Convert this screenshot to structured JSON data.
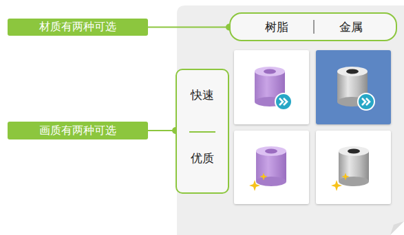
{
  "diagram": {
    "nodes": [
      {
        "text": [
          "材质有两种可选"
        ]
      },
      {
        "text": [
          "树脂",
          "金属"
        ]
      },
      {
        "text": [
          "画质有两种可选"
        ]
      },
      {
        "text": [
          "快速",
          "优质"
        ]
      }
    ],
    "edges": [
      {
        "from": 0,
        "to": 1,
        "arrow": "none"
      },
      {
        "from": 2,
        "to": 3,
        "arrow": "none"
      }
    ]
  }
}
